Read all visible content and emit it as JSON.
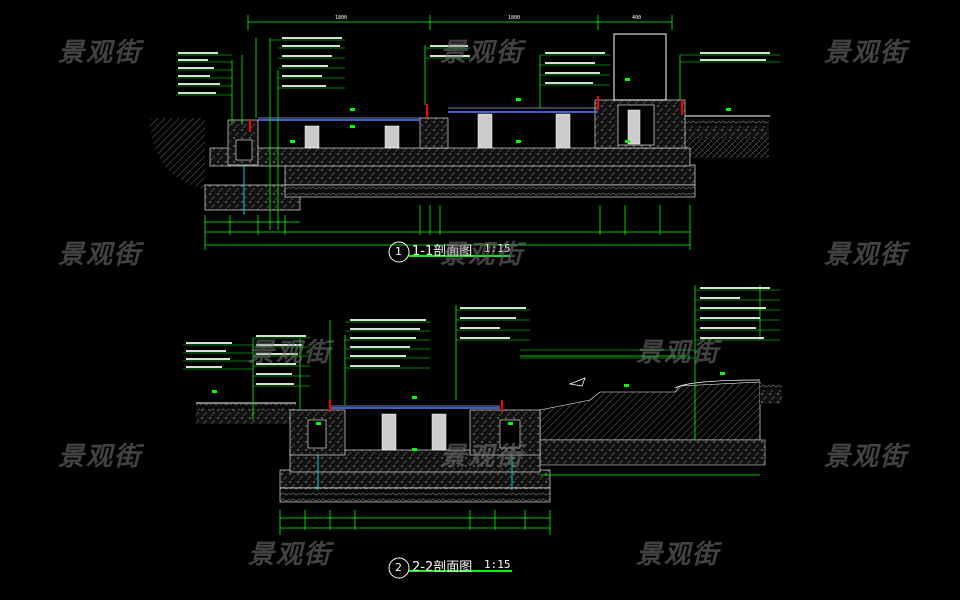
{
  "watermark": "景观街",
  "section1": {
    "number": "1",
    "title": "1-1剖面图",
    "scale": "1:15"
  },
  "section2": {
    "number": "2",
    "title": "2-2剖面图",
    "scale": "1:15"
  },
  "colors": {
    "background": "#000000",
    "line": "#ffffff",
    "leader": "#00ff00",
    "water": "#3a5fcd",
    "accent": "#ff0000",
    "hatch": "#b4b4b4",
    "cyan": "#00ffff"
  }
}
